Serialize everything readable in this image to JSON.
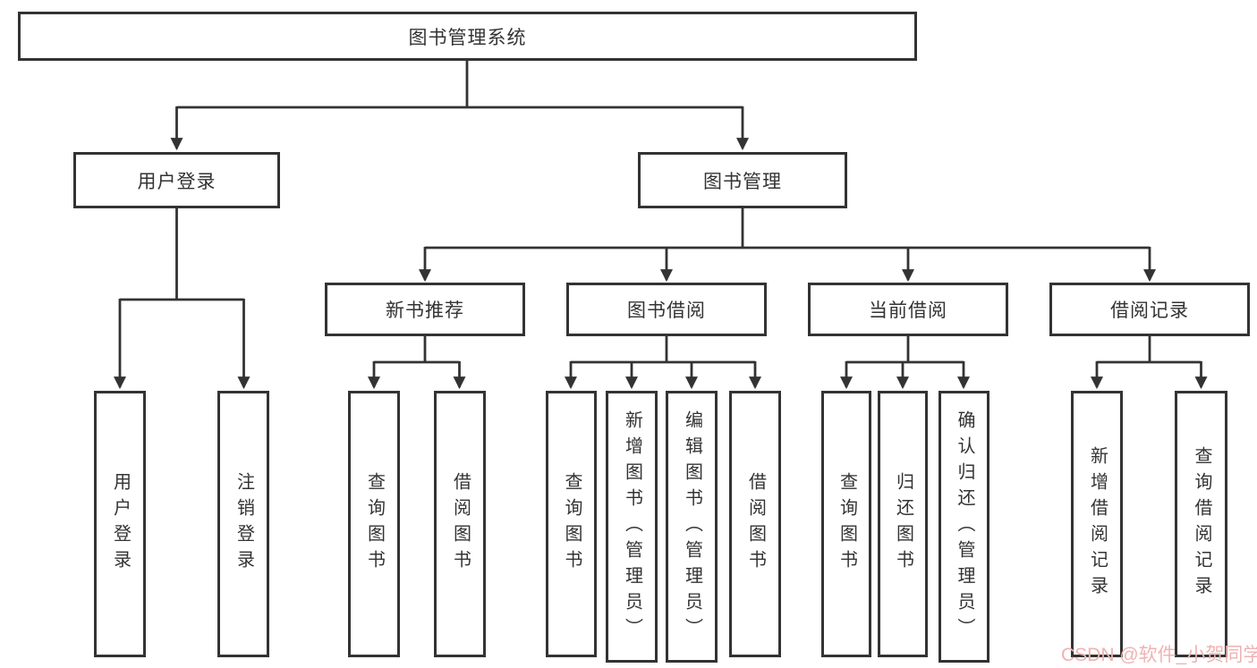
{
  "tree": {
    "label": "图书管理系统",
    "children": [
      {
        "label": "用户登录",
        "children": [
          {
            "label": "用户登录"
          },
          {
            "label": "注销登录"
          }
        ]
      },
      {
        "label": "图书管理",
        "children": [
          {
            "label": "新书推荐",
            "children": [
              {
                "label": "查询图书"
              },
              {
                "label": "借阅图书"
              }
            ]
          },
          {
            "label": "图书借阅",
            "children": [
              {
                "label": "查询图书"
              },
              {
                "label": "新增图书（管理员）"
              },
              {
                "label": "编辑图书（管理员）"
              },
              {
                "label": "借阅图书"
              }
            ]
          },
          {
            "label": "当前借阅",
            "children": [
              {
                "label": "查询图书"
              },
              {
                "label": "归还图书"
              },
              {
                "label": "确认归还（管理员）"
              }
            ]
          },
          {
            "label": "借阅记录",
            "children": [
              {
                "label": "新增借阅记录"
              },
              {
                "label": "查询借阅记录"
              }
            ]
          }
        ]
      }
    ]
  },
  "watermark": {
    "text": "CSDN @软件_小贺同学"
  },
  "colors": {
    "line": "#333333",
    "border": "#333333",
    "text": "#333333",
    "background": "#ffffff",
    "watermark": "#f0b2b2"
  }
}
